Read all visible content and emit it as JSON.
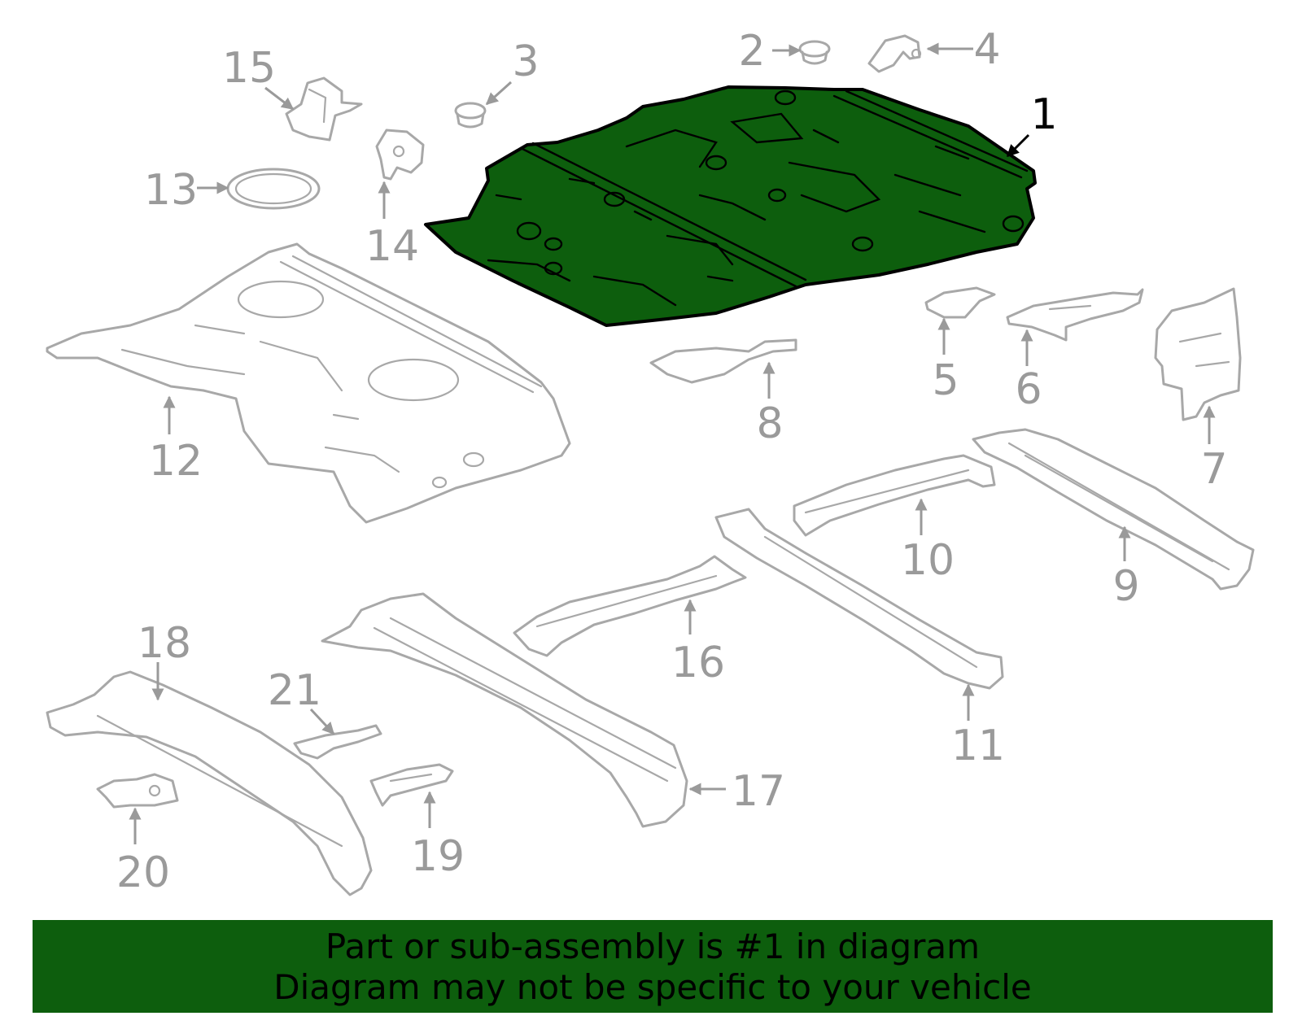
{
  "callouts": {
    "c1": "1",
    "c2": "2",
    "c3": "3",
    "c4": "4",
    "c5": "5",
    "c6": "6",
    "c7": "7",
    "c8": "8",
    "c9": "9",
    "c10": "10",
    "c11": "11",
    "c12": "12",
    "c13": "13",
    "c14": "14",
    "c15": "15",
    "c16": "16",
    "c17": "17",
    "c18": "18",
    "c19": "19",
    "c20": "20",
    "c21": "21"
  },
  "highlight": {
    "part_number": "1",
    "fill_color": "#0d5e0d",
    "outline_color": "#000000"
  },
  "part_line_color": "#a8a8a8",
  "banner": {
    "background_color": "#0d5e0d",
    "line1": "Part or sub-assembly is #1 in diagram",
    "line2": "Diagram may not be specific to your vehicle"
  }
}
